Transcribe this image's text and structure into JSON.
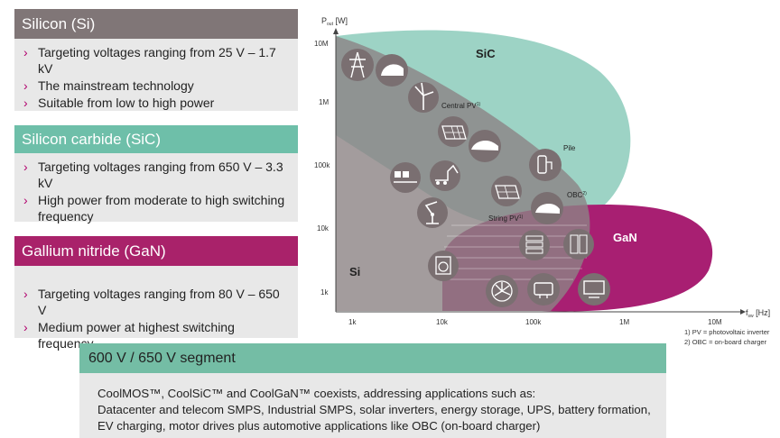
{
  "silicon": {
    "title": "Silicon (Si)",
    "bullets": [
      "Targeting voltages ranging from 25 V – 1.7 kV",
      "The mainstream technology",
      "Suitable from low to high power"
    ]
  },
  "silicon_carbide": {
    "title": "Silicon carbide (SiC)",
    "bullets": [
      "Targeting voltages ranging from 650 V – 3.3 kV",
      "High power from moderate to high switching frequency"
    ]
  },
  "gallium_nitride": {
    "title": "Gallium nitride (GaN)",
    "bullets": [
      "Targeting voltages ranging from 80 V – 650 V",
      "Medium power at highest switching frequency"
    ]
  },
  "bullet_marker": "›",
  "segment": {
    "title": "600 V / 650 V segment",
    "lines": [
      "CoolMOS™, CoolSiC™ and CoolGaN™ coexists, addressing applications such as:",
      "Datacenter and telecom SMPS, Industrial SMPS, solar inverters, energy storage, UPS, battery formation,",
      "EV charging, motor drives plus automotive applications like OBC (on-board charger)"
    ]
  },
  "diagram": {
    "y_axis_label": "P",
    "y_axis_sub": "out",
    "y_axis_unit": " [W]",
    "x_axis_label": "f",
    "x_axis_sub": "sw",
    "x_axis_unit": " [Hz]",
    "y_ticks": [
      "10M",
      "1M",
      "100k",
      "10k",
      "1k"
    ],
    "x_ticks": [
      "1k",
      "10k",
      "100k",
      "1M",
      "10M"
    ],
    "regions": {
      "si": "Si",
      "sic": "SiC",
      "gan": "GaN"
    },
    "region_colors": {
      "si": "#8c8385",
      "sic": "#8ccbbb",
      "gan": "#a81f72"
    },
    "labels": {
      "central_pv": "Central PV",
      "string_pv": "String PV",
      "pile": "Pile",
      "obc": "OBC",
      "sup1": "1)",
      "sup2": "2)"
    },
    "footnotes": [
      "1) PV = photovoltaic inverter",
      "2) OBC = on-board charger"
    ]
  }
}
